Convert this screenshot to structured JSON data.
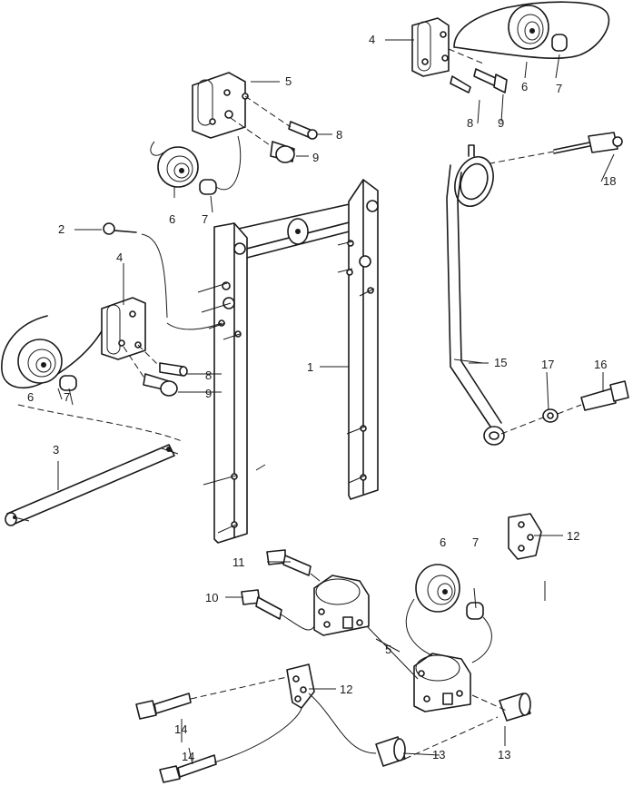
{
  "figure": {
    "callouts": [
      {
        "id": "c1",
        "label": "1"
      },
      {
        "id": "c2",
        "label": "2"
      },
      {
        "id": "c3",
        "label": "3"
      },
      {
        "id": "c4a",
        "label": "4"
      },
      {
        "id": "c4b",
        "label": "4"
      },
      {
        "id": "c5a",
        "label": "5"
      },
      {
        "id": "c5b",
        "label": "5"
      },
      {
        "id": "c6a",
        "label": "6"
      },
      {
        "id": "c6b",
        "label": "6"
      },
      {
        "id": "c6c",
        "label": "6"
      },
      {
        "id": "c6d",
        "label": "6"
      },
      {
        "id": "c7a",
        "label": "7"
      },
      {
        "id": "c7b",
        "label": "7"
      },
      {
        "id": "c7c",
        "label": "7"
      },
      {
        "id": "c7d",
        "label": "7"
      },
      {
        "id": "c8a",
        "label": "8"
      },
      {
        "id": "c8b",
        "label": "8"
      },
      {
        "id": "c8c",
        "label": "8"
      },
      {
        "id": "c9a",
        "label": "9"
      },
      {
        "id": "c9b",
        "label": "9"
      },
      {
        "id": "c9c",
        "label": "9"
      },
      {
        "id": "c10",
        "label": "10"
      },
      {
        "id": "c11",
        "label": "11"
      },
      {
        "id": "c12a",
        "label": "12"
      },
      {
        "id": "c12b",
        "label": "12"
      },
      {
        "id": "c13a",
        "label": "13"
      },
      {
        "id": "c13b",
        "label": "13"
      },
      {
        "id": "c14a",
        "label": "14"
      },
      {
        "id": "c14b",
        "label": "14"
      },
      {
        "id": "c15",
        "label": "15"
      },
      {
        "id": "c16",
        "label": "16"
      },
      {
        "id": "c17",
        "label": "17"
      },
      {
        "id": "c18",
        "label": "18"
      }
    ]
  }
}
